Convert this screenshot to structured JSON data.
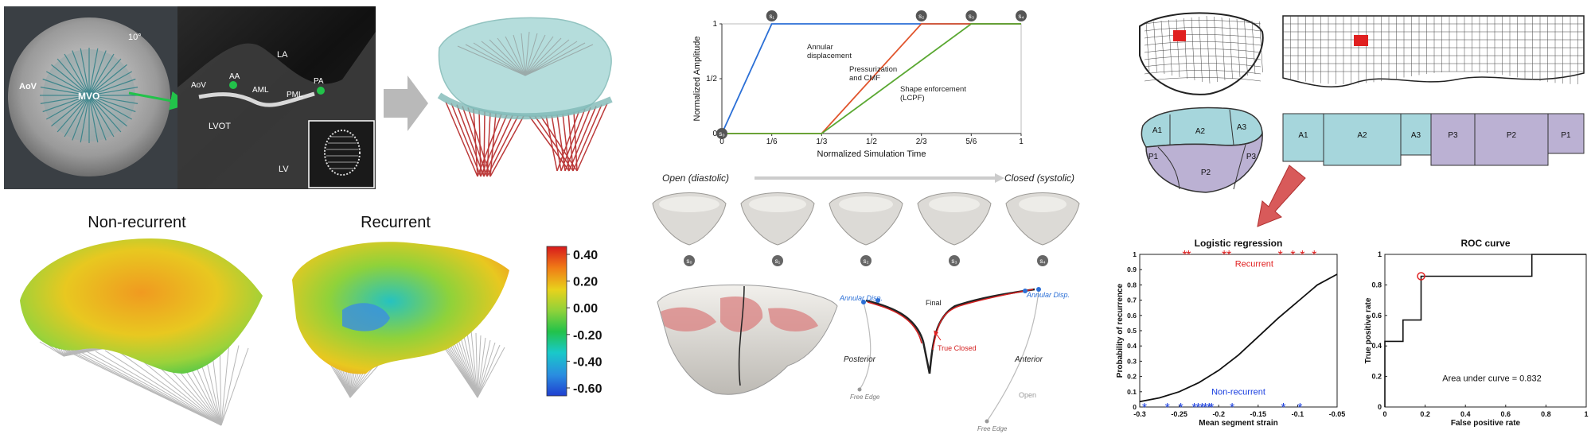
{
  "panel_a": {
    "labels": {
      "aov1": "AoV",
      "mvo": "MVO",
      "angle": "10°",
      "la": "LA",
      "aov2": "AoV",
      "aa": "AA",
      "aml": "AML",
      "pa": "PA",
      "pml": "PML",
      "lvot": "LVOT",
      "lv": "LV"
    }
  },
  "panel_b": {
    "title_nonrec": "Non-recurrent",
    "title_rec": "Recurrent",
    "colorbar_ticks": [
      "0.40",
      "0.20",
      "0.00",
      "-0.20",
      "-0.40",
      "-0.60"
    ],
    "colorbar_colors": [
      "#d7191c",
      "#f07a16",
      "#e8d21c",
      "#8fd23a",
      "#22c24a",
      "#19c9c9",
      "#2a8de0",
      "#1f3fd0"
    ]
  },
  "sim_chart": {
    "xlabel": "Normalized Simulation Time",
    "ylabel": "Normalized Amplitude",
    "xticks": [
      "0",
      "1/6",
      "1/3",
      "1/2",
      "2/3",
      "5/6",
      "1"
    ],
    "yticks": [
      "0",
      "1/2",
      "1"
    ],
    "state_markers": [
      {
        "label": "s₀",
        "x": 0,
        "y": 0
      },
      {
        "label": "s₁",
        "x": 0.1667,
        "y": 1
      },
      {
        "label": "s₂",
        "x": 0.6667,
        "y": 1
      },
      {
        "label": "s₃",
        "x": 0.8333,
        "y": 1
      },
      {
        "label": "s₄",
        "x": 1,
        "y": 1
      }
    ],
    "series": [
      {
        "name": "Annular displacement",
        "lines": [
          "Annular",
          "displacement"
        ],
        "color": "#2b6fd6",
        "x": [
          0,
          0.1667,
          1
        ],
        "y": [
          0,
          1,
          1
        ]
      },
      {
        "name": "Pressurization and CMF",
        "lines": [
          "Pressurization",
          "and CMF"
        ],
        "color": "#e0542c",
        "x": [
          0,
          0.3333,
          0.6667,
          1
        ],
        "y": [
          0,
          0,
          1,
          1
        ]
      },
      {
        "name": "Shape enforcement (LCPF)",
        "lines": [
          "Shape enforcement",
          "(LCPF)"
        ],
        "color": "#5aa832",
        "x": [
          0,
          0.3333,
          0.8333,
          1
        ],
        "y": [
          0,
          0,
          1,
          1
        ]
      }
    ]
  },
  "states_row": {
    "open_label": "Open (diastolic)",
    "closed_label": "Closed (systolic)",
    "states": [
      "s₀",
      "s₁",
      "s₂",
      "s₃",
      "s₄"
    ]
  },
  "leaflet_profile": {
    "annular_disp_left": "Annular Disp.",
    "annular_disp_right": "Annular Disp.",
    "final": "Final",
    "true_closed": "True Closed",
    "posterior": "Posterior",
    "anterior": "Anterior",
    "open": "Open",
    "free_edge_left": "Free Edge",
    "free_edge_right": "Free Edge"
  },
  "segments": {
    "segment_list": [
      "A1",
      "A2",
      "A3",
      "P1",
      "P2",
      "P3"
    ],
    "flat_order": [
      "A1",
      "A2",
      "A3",
      "P3",
      "P2",
      "P1"
    ],
    "anterior_color": "#a6d6dc",
    "posterior_color": "#bbb1d3"
  },
  "logistic_chart": {
    "title": "Logistic regression",
    "xlabel": "Mean segment strain",
    "ylabel": "Probability of recurrence",
    "xlim": [
      -0.3,
      -0.05
    ],
    "ylim": [
      0,
      1
    ],
    "xticks": [
      "-0.3",
      "-0.25",
      "-0.2",
      "-0.15",
      "-0.1",
      "-0.05"
    ],
    "yticks": [
      "0",
      "0.1",
      "0.2",
      "0.3",
      "0.4",
      "0.5",
      "0.6",
      "0.7",
      "0.8",
      "0.9",
      "1"
    ],
    "recurrent_label": "Recurrent",
    "nonrecurrent_label": "Non-recurrent",
    "recurrent_x": [
      -0.243,
      -0.238,
      -0.193,
      -0.187,
      -0.122,
      -0.106,
      -0.094,
      -0.079
    ],
    "nonrecurrent_x": [
      -0.294,
      -0.265,
      -0.248,
      -0.231,
      -0.226,
      -0.221,
      -0.217,
      -0.212,
      -0.209,
      -0.183,
      -0.118,
      -0.097
    ],
    "curve_x": [
      -0.3,
      -0.275,
      -0.25,
      -0.225,
      -0.2,
      -0.175,
      -0.15,
      -0.125,
      -0.1,
      -0.075,
      -0.05
    ],
    "curve_y": [
      0.035,
      0.06,
      0.1,
      0.16,
      0.24,
      0.34,
      0.46,
      0.58,
      0.69,
      0.8,
      0.87
    ]
  },
  "roc_chart": {
    "title": "ROC curve",
    "xlabel": "False positive rate",
    "ylabel": "True positive rate",
    "xticks": [
      "0",
      "0.2",
      "0.4",
      "0.6",
      "0.8",
      "1"
    ],
    "yticks": [
      "0",
      "0.2",
      "0.4",
      "0.6",
      "0.8",
      "1"
    ],
    "auc_text": "Area under curve = 0.832",
    "operating_point": {
      "x": 0.18,
      "y": 0.857
    },
    "curve_x": [
      0,
      0,
      0.09,
      0.09,
      0.18,
      0.18,
      0.73,
      0.73,
      1
    ],
    "curve_y": [
      0,
      0.43,
      0.43,
      0.57,
      0.57,
      0.857,
      0.857,
      1,
      1
    ]
  }
}
